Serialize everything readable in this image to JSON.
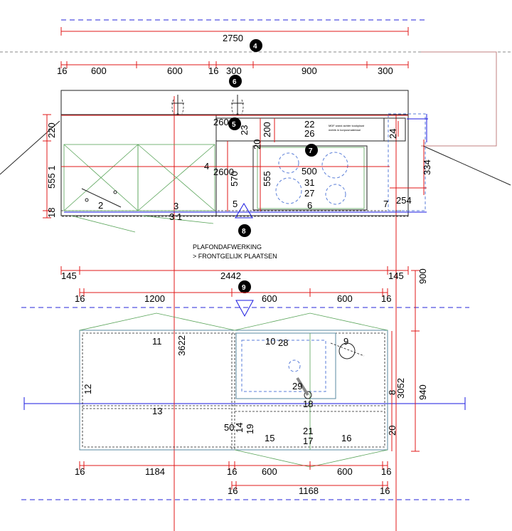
{
  "top_dims": {
    "overall": "2750",
    "seg_16a": "16",
    "seg_600a": "600",
    "seg_600b": "600",
    "seg_16b": "16",
    "seg_300a": "300",
    "seg_900": "900",
    "seg_300b": "300"
  },
  "badges": [
    "4",
    "5",
    "6",
    "7",
    "8",
    "9"
  ],
  "elevation": {
    "h_220": "220",
    "h_5551": "555 1",
    "h_18": "18",
    "w_260a": "260",
    "d_23": "23",
    "h_200": "200",
    "d_20": "20",
    "n_22": "22",
    "n_26": "26",
    "h_24": "24",
    "h_334": "334",
    "n_4": "4",
    "w_2600": "2600",
    "h_570": "570",
    "h_555": "555",
    "n_500": "500",
    "n_31": "31",
    "n_27": "27",
    "n_6": "6",
    "n_5": "5",
    "n_7": "7",
    "w_254": "254",
    "n_2": "2",
    "n_3": "3",
    "n_31b": "3 1",
    "mdf_note_1": "MDF wand achter kookplaat",
    "mdf_note_2": "metrik in korpusmateriaal"
  },
  "ceiling_note": {
    "line1": "PLAFONDAFWERKING",
    "line2": "> FRONTGELIJK PLAATSEN"
  },
  "plan": {
    "d_145a": "145",
    "d_2442": "2442",
    "d_145b": "145",
    "d_900": "900",
    "d_16a": "16",
    "d_1200": "1200",
    "d_600a": "600",
    "d_600b": "600",
    "d_16b": "16",
    "n_11": "11",
    "d_3622": "3622",
    "n_10": "10",
    "n_28": "28",
    "n_9": "9",
    "n_12": "12",
    "n_29": "29",
    "n_18": "18",
    "n_8": "8",
    "d_3052": "3052",
    "d_940": "940",
    "n_13": "13",
    "n_50": "50",
    "n_14": "14",
    "n_19": "19",
    "n_15": "15",
    "n_21": "21",
    "n_17": "17",
    "n_16": "16",
    "n_20": "20"
  },
  "bottom_dims": {
    "b_16a": "16",
    "b_1184": "1184",
    "b_16b": "16",
    "b_600a": "600",
    "b_600b": "600",
    "b_16c": "16",
    "b_16d": "16",
    "b_1168": "1168",
    "b_16e": "16"
  },
  "colors": {
    "dimension": "#e01818",
    "reference": "#1a1ae0",
    "outline": "#222222",
    "door": "#59a459"
  }
}
